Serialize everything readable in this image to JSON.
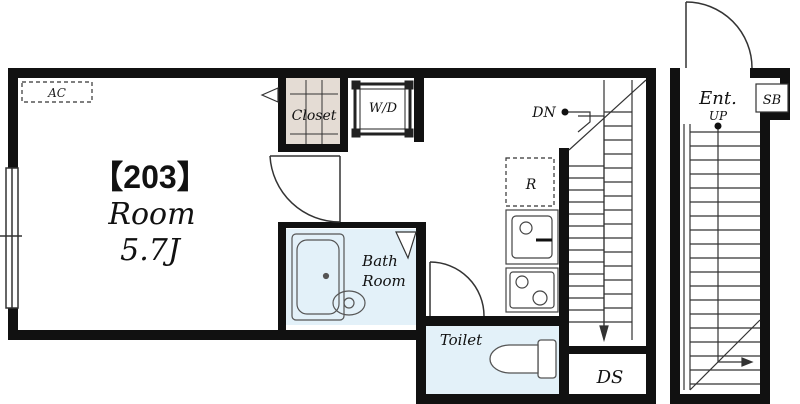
{
  "unit_number": "【203】",
  "room_label": "Room",
  "room_size": "5.7J",
  "ac_label": "AC",
  "closet_label": "Closet",
  "wd_label": "W/D",
  "dn_label": "DN",
  "fridge_label": "R",
  "bath_label_line1": "Bath",
  "bath_label_line2": "Room",
  "toilet_label": "Toilet",
  "ds_label": "DS",
  "entrance_label": "Ent.",
  "sb_label": "SB",
  "up_label": "UP",
  "colors": {
    "wall": "#111111",
    "wet_area": "#e3f1f9",
    "closet": "#e4dcd4",
    "line": "#333333"
  }
}
